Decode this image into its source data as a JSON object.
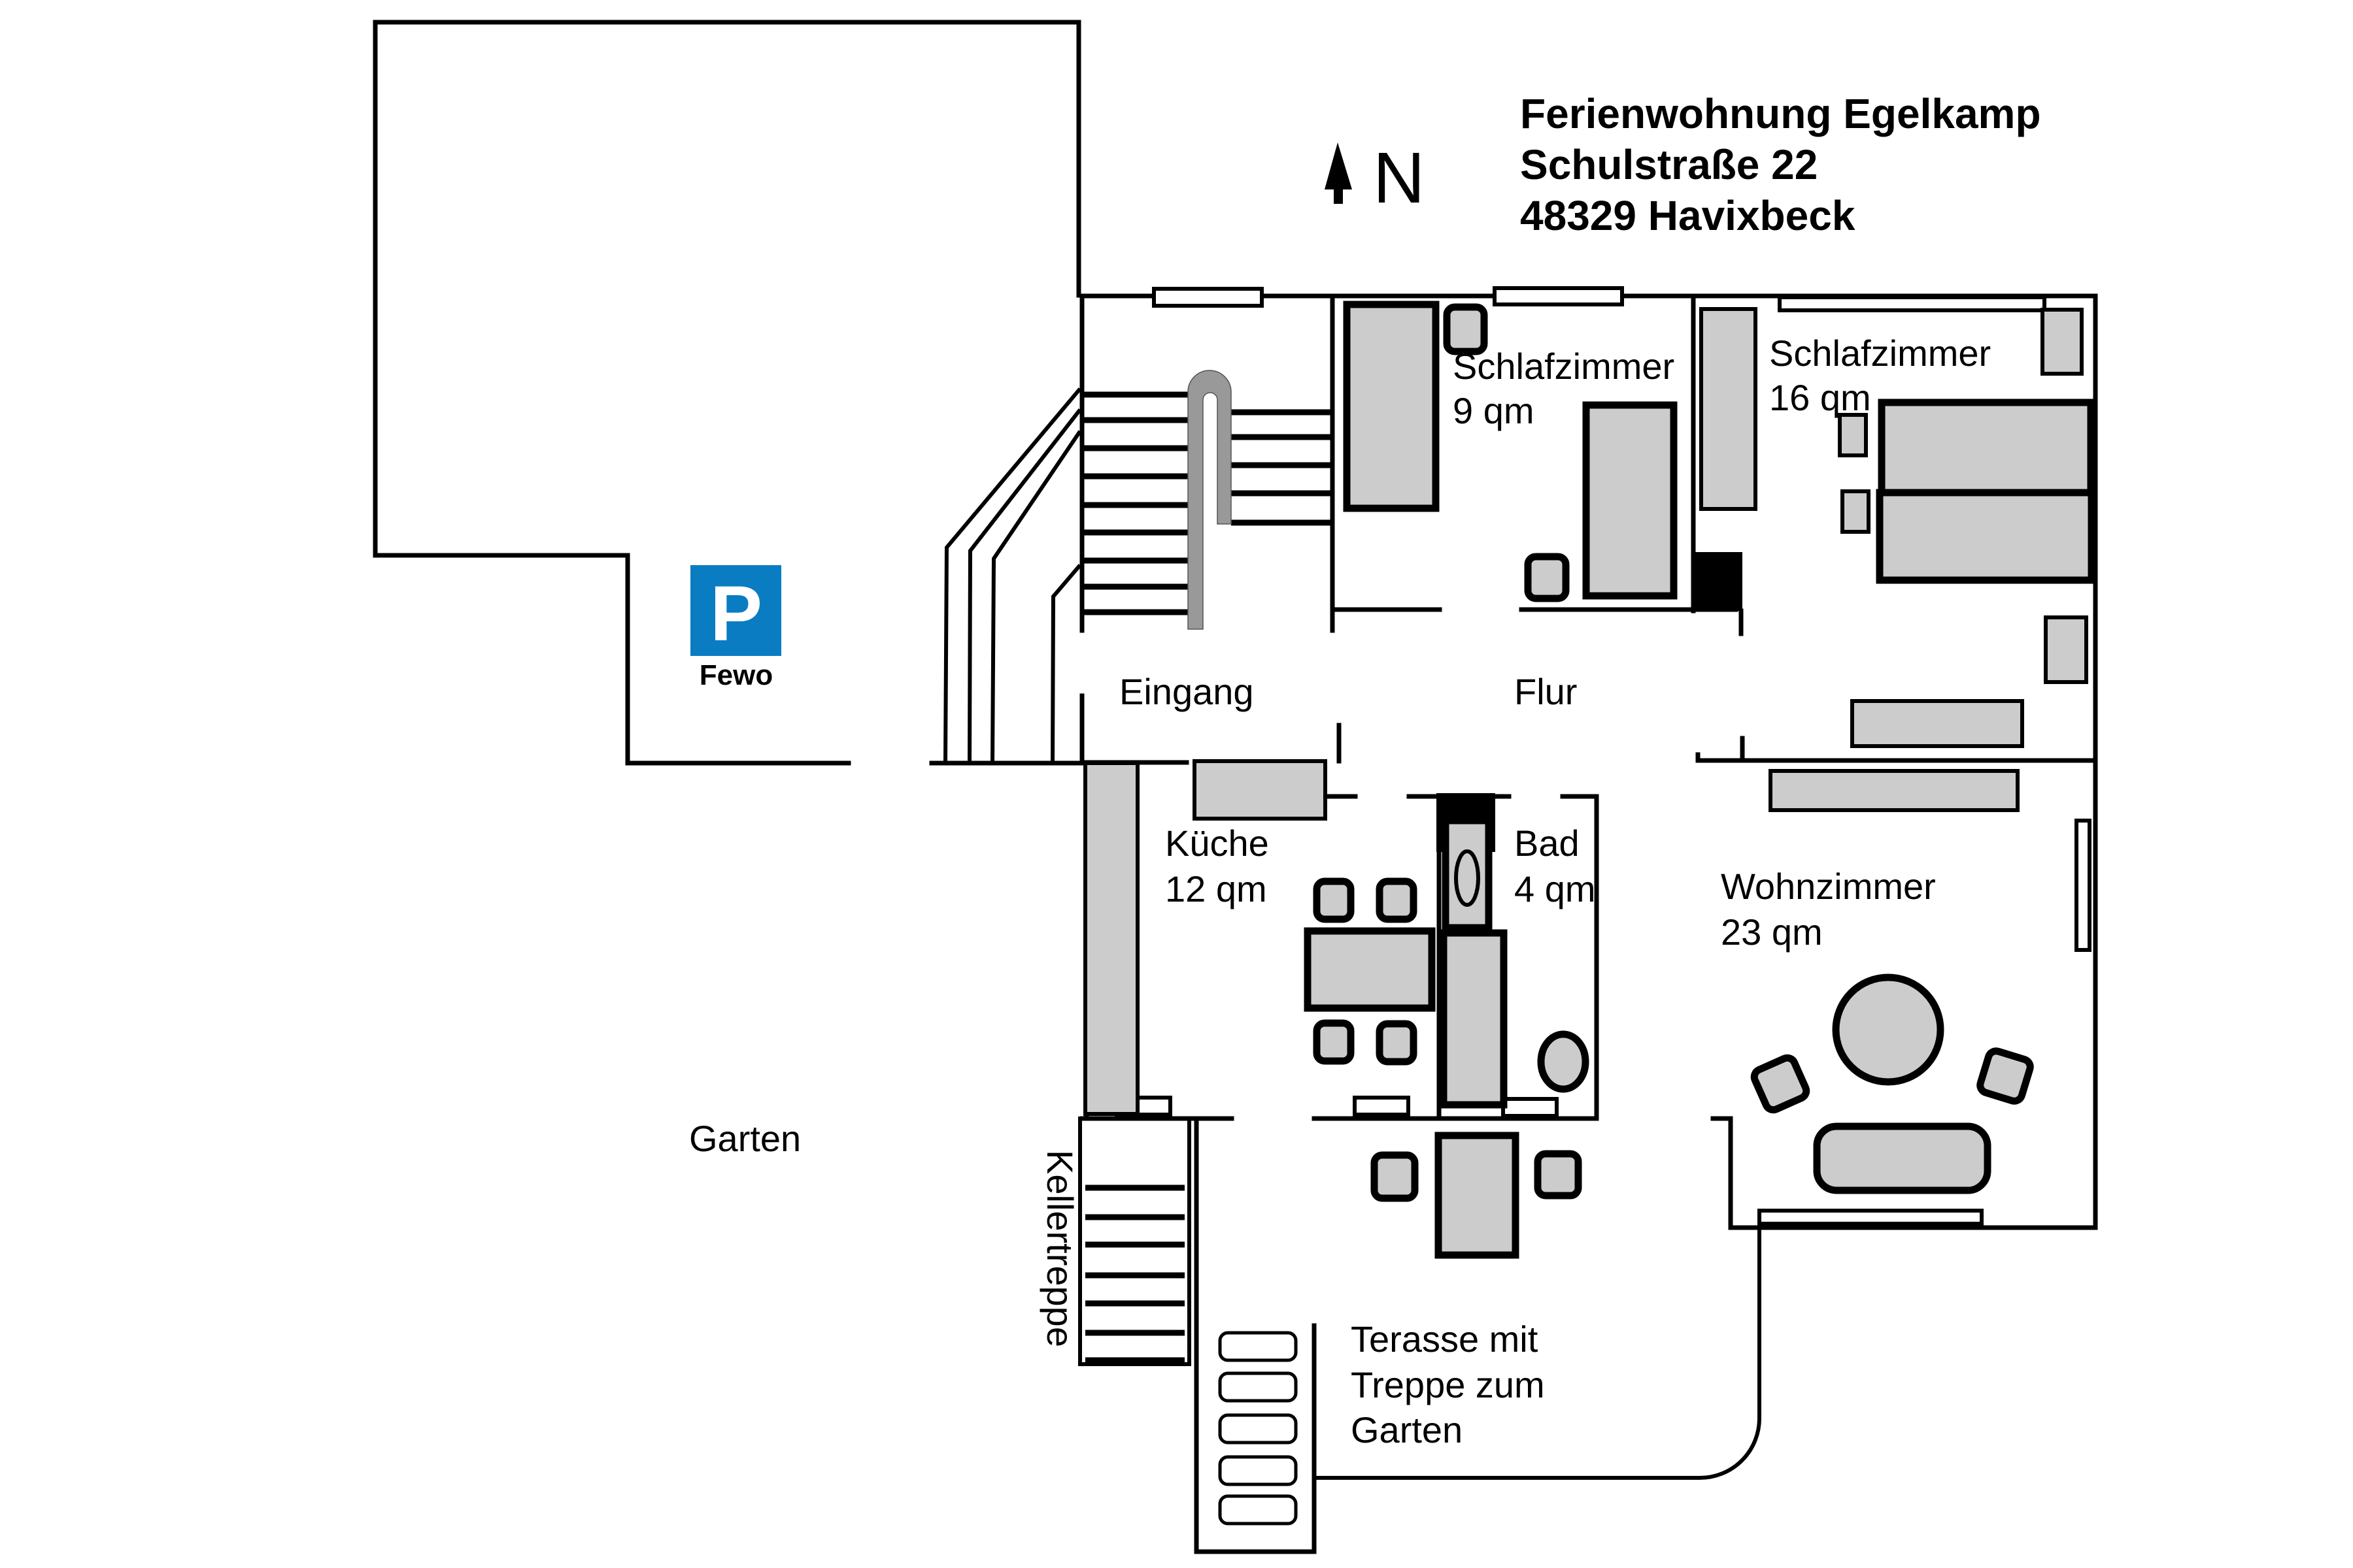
{
  "header": {
    "line1": "Ferienwohnung Egelkamp",
    "line2": "Schulstraße 22",
    "line3": "48329 Havixbeck"
  },
  "compass": {
    "label": "N",
    "icon": "north-arrow-icon"
  },
  "parking": {
    "sign_letter": "P",
    "caption": "Fewo",
    "color": "#0a7cc2"
  },
  "colors": {
    "furniture_fill": "#cccccc",
    "handrail": "#999999",
    "walls": "#000000"
  },
  "rooms": {
    "eingang": {
      "name": "Eingang"
    },
    "flur": {
      "name": "Flur"
    },
    "schlafzimmer_small": {
      "name": "Schlafzimmer",
      "area": "9 qm"
    },
    "schlafzimmer_large": {
      "name": "Schlafzimmer",
      "area": "16 qm"
    },
    "kueche": {
      "name": "Küche",
      "area": "12 qm"
    },
    "bad": {
      "name": "Bad",
      "area": "4 qm"
    },
    "wohnzimmer": {
      "name": "Wohnzimmer",
      "area": "23 qm"
    }
  },
  "outdoor": {
    "garten": "Garten",
    "kellertreppe": "Kellertreppe",
    "terrasse_line1": "Terasse mit",
    "terrasse_line2": "Treppe zum",
    "terrasse_line3": "Garten"
  }
}
